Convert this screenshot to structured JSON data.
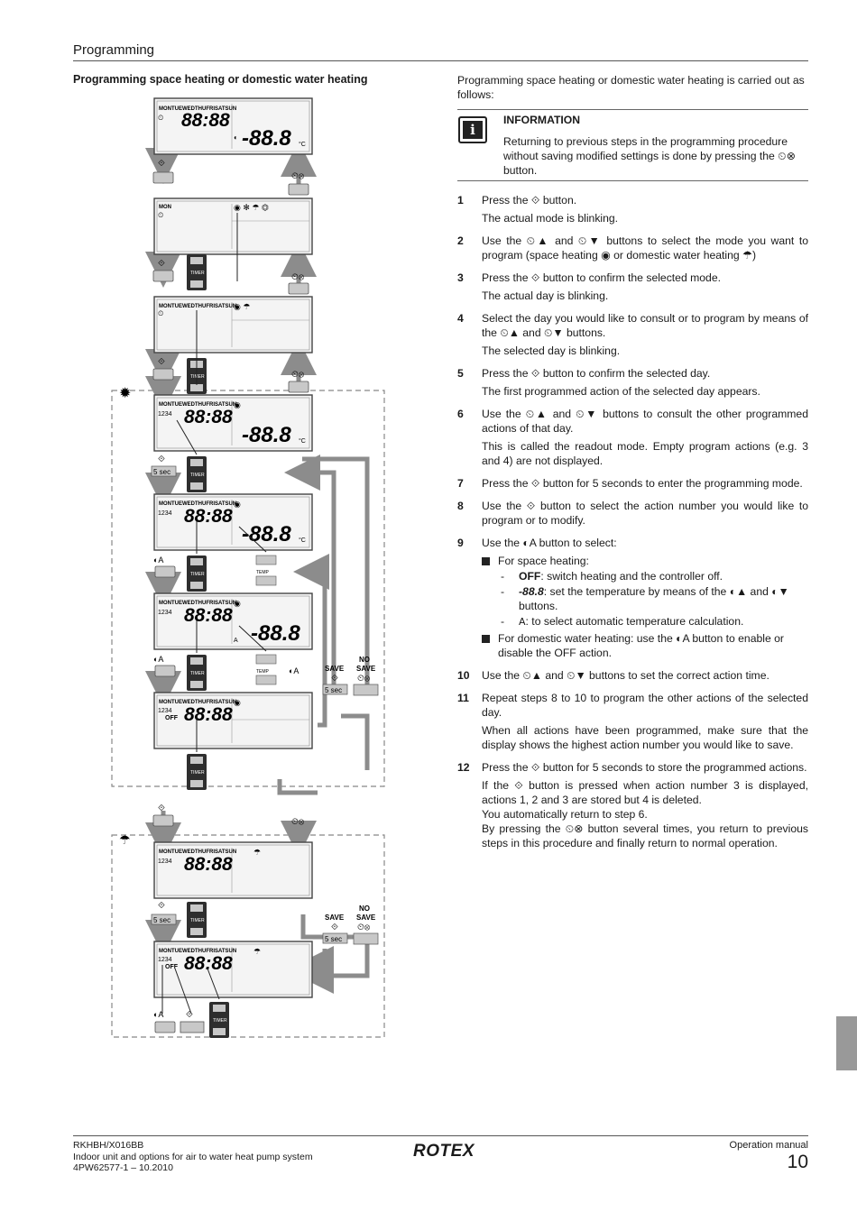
{
  "header": {
    "section_title": "Programming"
  },
  "left": {
    "heading": "Programming space heating or domestic water heating",
    "diagram": {
      "days_label": "MONTUEWEDTHUFRISATSUN",
      "day_mon": "MON",
      "time_digits": "88:88",
      "temp_digits": "-88.8",
      "temp_unit": "°C",
      "action_numbers": "1234",
      "off_label": "OFF",
      "timer_label": "TIMER",
      "temp_label": "TEMP",
      "five_sec": "5 sec",
      "save_label": "SAVE",
      "no_save_label": "NO SAVE",
      "auto_label": "A"
    }
  },
  "right": {
    "intro": "Programming space heating or domestic water heating is carried out as follows:",
    "info_title": "INFORMATION",
    "info_text": "Returning to previous steps in the programming procedure without saving modified settings is done by pressing the ⏲⊗ button.",
    "steps": [
      {
        "num": "1",
        "lines": [
          "Press the ⟐ button.",
          "The actual mode is blinking."
        ]
      },
      {
        "num": "2",
        "lines": [
          "Use the ⏲▲ and ⏲▼ buttons to select the mode you want to program (space heating ◉ or domestic water heating ☂)"
        ]
      },
      {
        "num": "3",
        "lines": [
          "Press the ⟐ button to confirm the selected mode.",
          "The actual day is blinking."
        ]
      },
      {
        "num": "4",
        "lines": [
          "Select the day you would like to consult or to program by means of the ⏲▲ and ⏲▼ buttons.",
          "The selected day is blinking."
        ]
      },
      {
        "num": "5",
        "lines": [
          "Press the ⟐ button to confirm the selected day.",
          "The first programmed action of the selected day appears."
        ]
      },
      {
        "num": "6",
        "lines": [
          "Use the ⏲▲ and ⏲▼ buttons to consult the other programmed actions of that day.",
          "This is called the readout mode. Empty program actions (e.g. 3 and 4) are not displayed."
        ]
      },
      {
        "num": "7",
        "lines": [
          "Press the ⟐ button for 5 seconds to enter the programming mode."
        ]
      },
      {
        "num": "8",
        "lines": [
          "Use the ⟐ button to select the action number you would like to program or to modify."
        ]
      },
      {
        "num": "9",
        "lines": [
          "Use the ◐A button to select:"
        ]
      },
      {
        "num": "10",
        "lines": [
          "Use the ⏲▲ and ⏲▼ buttons to set the correct action time."
        ]
      },
      {
        "num": "11",
        "lines": [
          "Repeat steps 8 to 10 to program the other actions of the selected day.",
          "When all actions have been programmed, make sure that the display shows the highest action number you would like to save."
        ]
      },
      {
        "num": "12",
        "lines": [
          "Press the ⟐ button for 5 seconds to store the programmed actions.",
          "If the ⟐ button is pressed when action number 3 is displayed, actions 1, 2 and 3 are stored but 4 is deleted.",
          "You automatically return to step 6.",
          "By pressing the ⏲⊗ button several times, you return to previous steps in this procedure and finally return to normal operation."
        ]
      }
    ],
    "step9": {
      "space_heading": "For space heating:",
      "off_term": "OFF",
      "off_desc": ": switch heating and the controller off.",
      "temp_term": "-88.8",
      "temp_desc": ": set the temperature by means of the ◐▲ and ◐▼ buttons.",
      "auto_desc": ": to select automatic temperature calculation.",
      "dhw_text": "For domestic water heating: use the ◐A button to enable or disable the OFF action."
    }
  },
  "footer": {
    "model": "RKHBH/X016BB",
    "description": "Indoor unit and options for air to water heat pump system",
    "doc_ref": "4PW62577-1 – 10.2010",
    "brand": "ROTEX",
    "manual": "Operation manual",
    "page": "10"
  },
  "colors": {
    "rule": "#555555",
    "side_tab": "#999999",
    "flow_arrow": "#8c8c8c",
    "button_fill": "#c8c8c8"
  }
}
